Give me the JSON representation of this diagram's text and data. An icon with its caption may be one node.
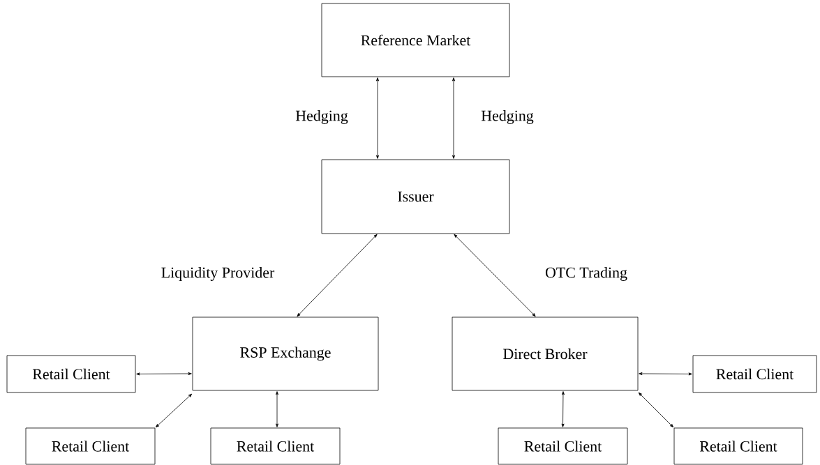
{
  "diagram": {
    "nodes": [
      {
        "text": [
          "Reference Market"
        ]
      },
      {
        "text": [
          "Issuer"
        ]
      },
      {
        "text": [
          "RSP Exchange"
        ]
      },
      {
        "text": [
          "Direct Broker"
        ]
      },
      {
        "text": [
          "Retail Client"
        ]
      },
      {
        "text": [
          "Retail Client"
        ]
      },
      {
        "text": [
          "Retail Client"
        ]
      },
      {
        "text": [
          "Retail Client"
        ]
      },
      {
        "text": [
          "Retail Client"
        ]
      },
      {
        "text": [
          "Retail Client"
        ]
      }
    ],
    "edges": [
      {
        "from": 0,
        "to": 1,
        "arrow": "both",
        "label": "Hedging"
      },
      {
        "from": 0,
        "to": 1,
        "arrow": "both",
        "label": "Hedging"
      },
      {
        "from": 1,
        "to": 2,
        "arrow": "both",
        "label": "Liquidity Provider"
      },
      {
        "from": 1,
        "to": 3,
        "arrow": "both",
        "label": "OTC Trading"
      },
      {
        "from": 2,
        "to": 4,
        "arrow": "both"
      },
      {
        "from": 2,
        "to": 5,
        "arrow": "both"
      },
      {
        "from": 2,
        "to": 6,
        "arrow": "both"
      },
      {
        "from": 3,
        "to": 7,
        "arrow": "both"
      },
      {
        "from": 3,
        "to": 8,
        "arrow": "both"
      },
      {
        "from": 3,
        "to": 9,
        "arrow": "both"
      }
    ]
  }
}
